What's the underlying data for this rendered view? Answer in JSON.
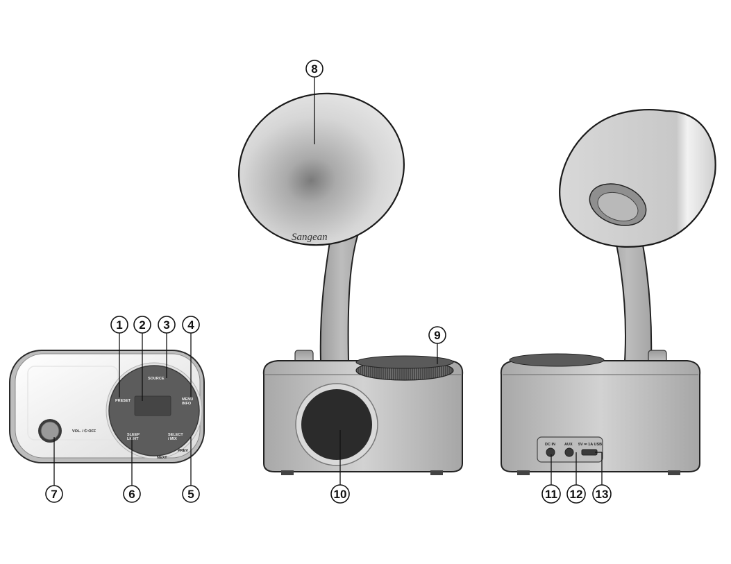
{
  "brand": "Sangean",
  "front_view": {
    "labels": {
      "preset": "PRESET",
      "source": "SOURCE",
      "menu_info": "MENU\nINFO",
      "select_mix": "SELECT\n/ MIX",
      "sleep_light": "SLEEP\nLIGHT",
      "vol_off": "VOL. / ⏻ OFF",
      "next": "NEXT",
      "prev": "PREV"
    }
  },
  "back_view": {
    "labels": {
      "dc_in": "DC IN",
      "aux": "AUX",
      "usb": "5V ⎓ 1A  USB"
    }
  },
  "callouts": [
    {
      "id": "callout-1",
      "number": "1"
    },
    {
      "id": "callout-2",
      "number": "2"
    },
    {
      "id": "callout-3",
      "number": "3"
    },
    {
      "id": "callout-4",
      "number": "4"
    },
    {
      "id": "callout-5",
      "number": "5"
    },
    {
      "id": "callout-6",
      "number": "6"
    },
    {
      "id": "callout-7",
      "number": "7"
    },
    {
      "id": "callout-8",
      "number": "8"
    },
    {
      "id": "callout-9",
      "number": "9"
    },
    {
      "id": "callout-10",
      "number": "10"
    },
    {
      "id": "callout-11",
      "number": "11"
    },
    {
      "id": "callout-12",
      "number": "12"
    },
    {
      "id": "callout-13",
      "number": "13"
    }
  ]
}
